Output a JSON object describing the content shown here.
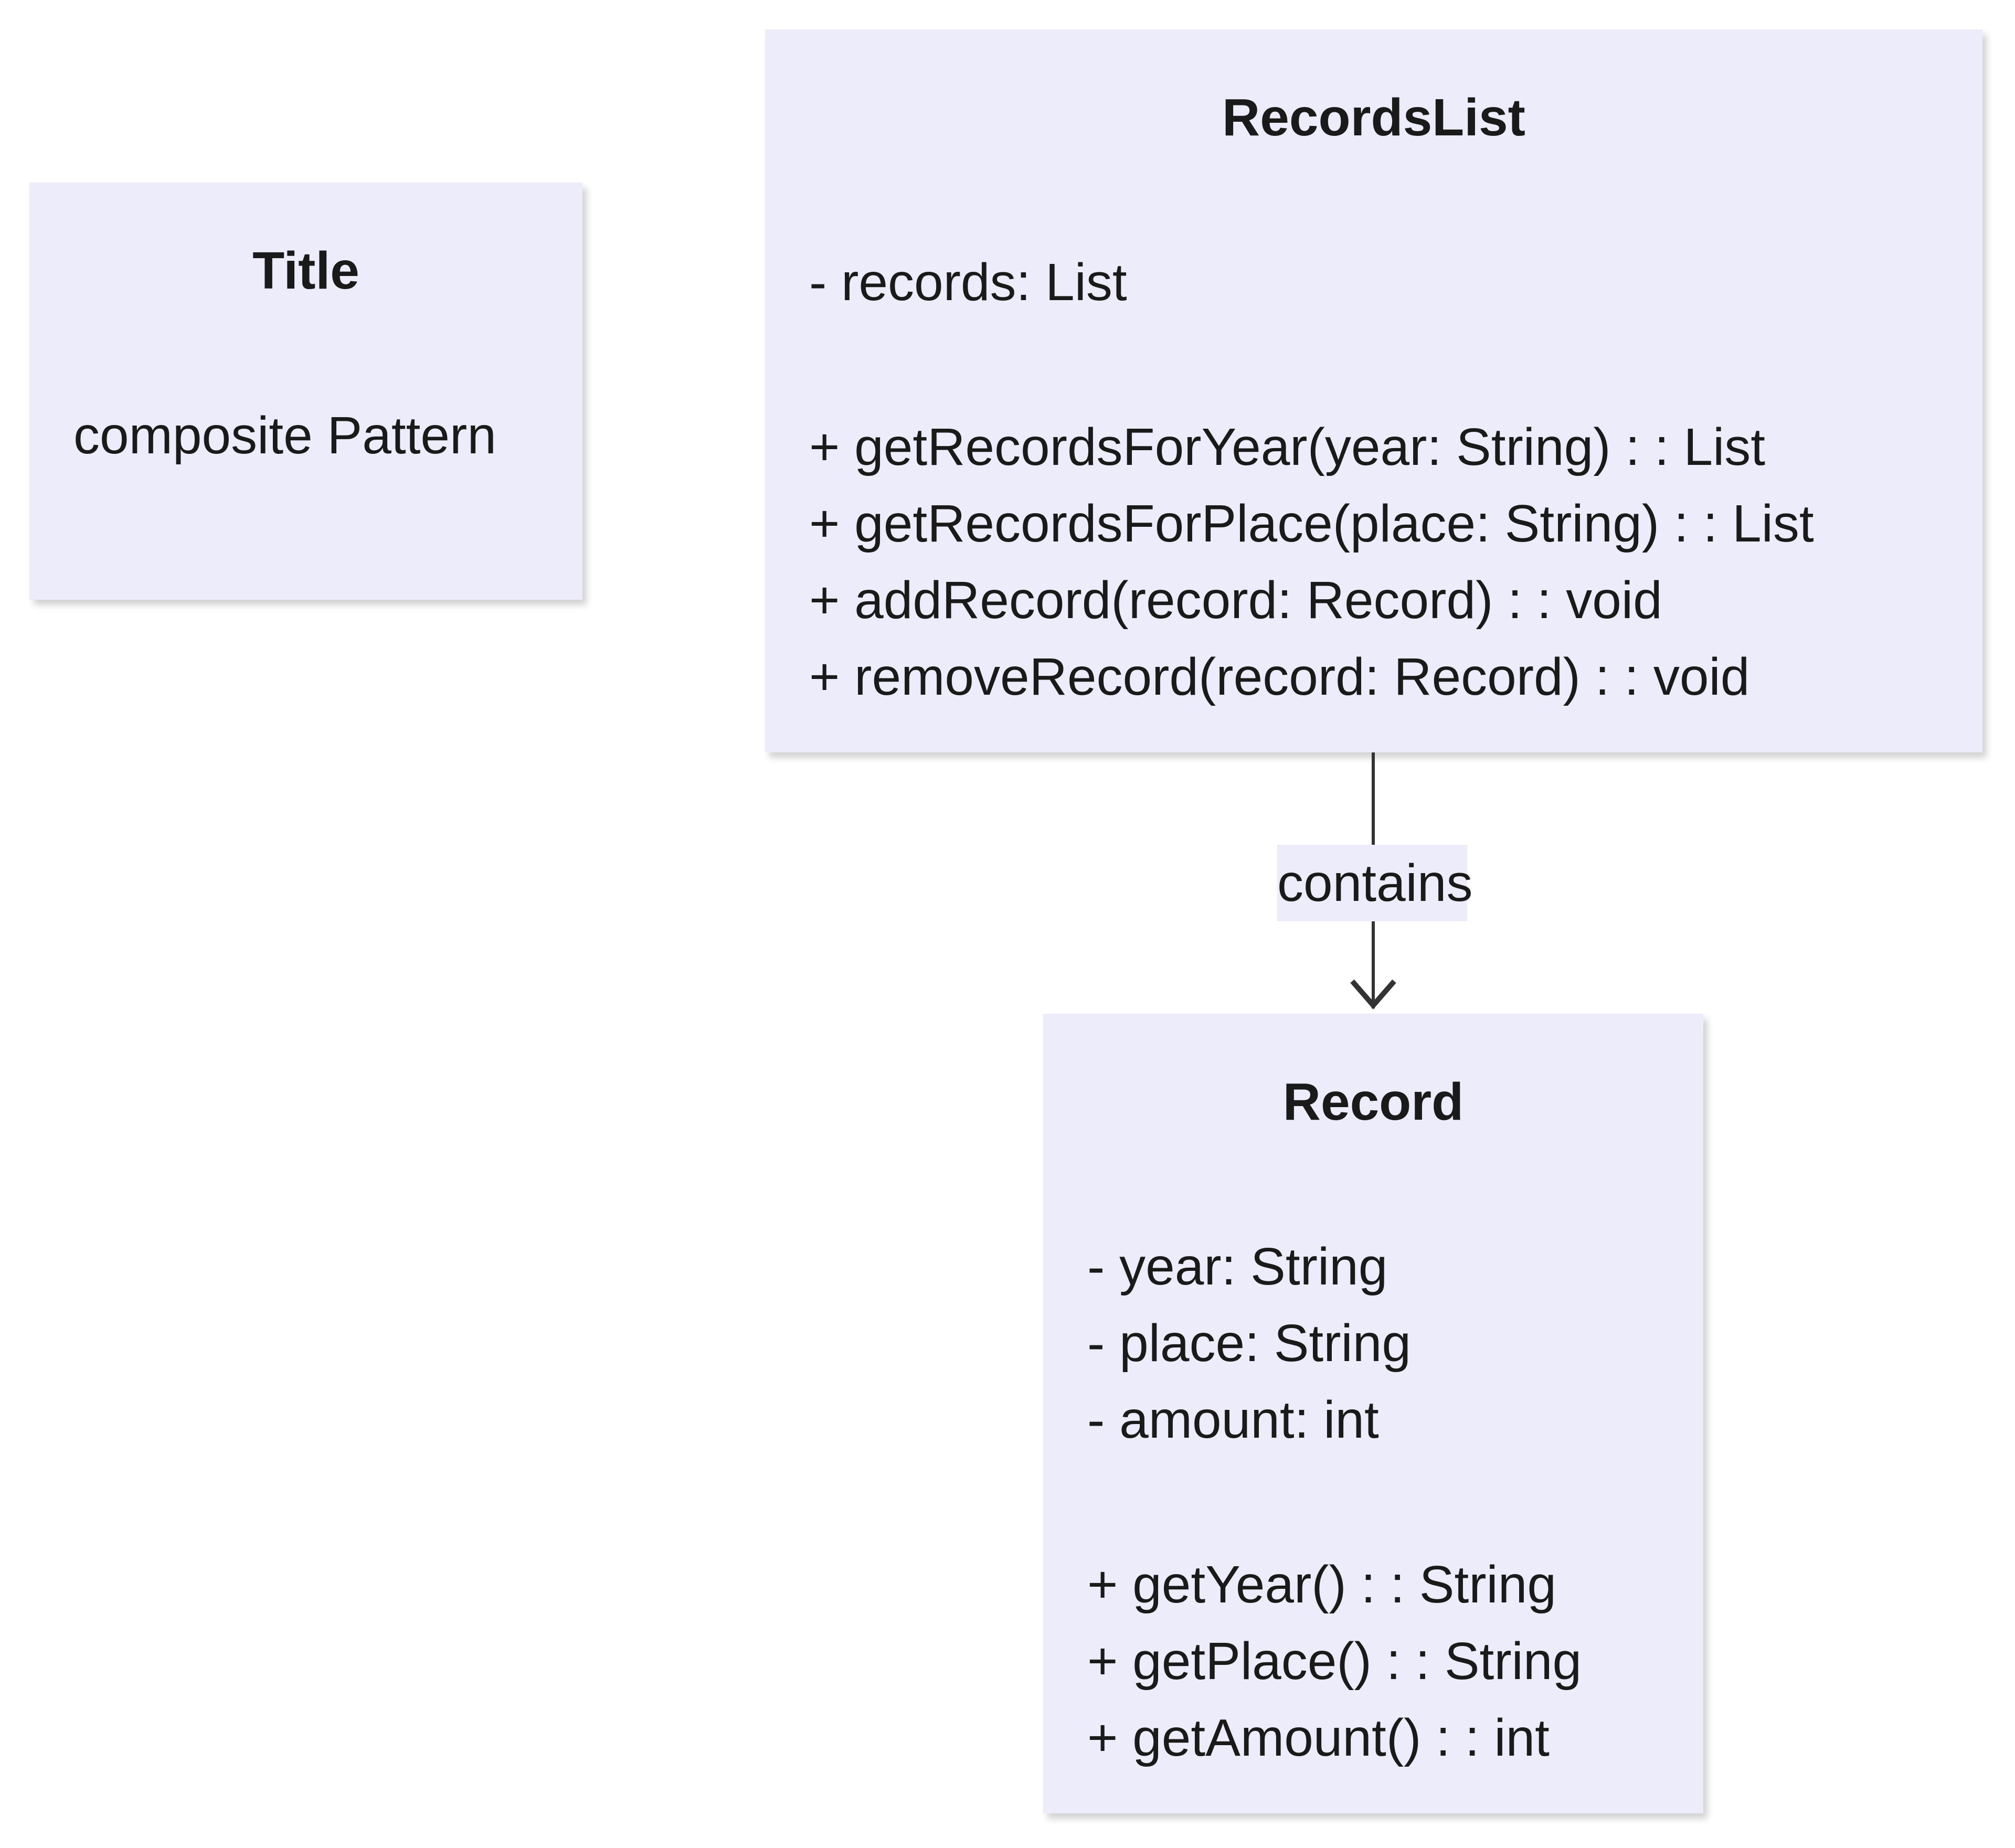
{
  "title_note": {
    "heading": "Title",
    "text": "composite Pattern"
  },
  "classes": [
    {
      "name": "RecordsList",
      "attributes": [
        "- records: List"
      ],
      "methods": [
        "+ getRecordsForYear(year: String) : : List",
        "+ getRecordsForPlace(place: String) : : List",
        "+ addRecord(record: Record) : : void",
        "+ removeRecord(record: Record) : : void"
      ]
    },
    {
      "name": "Record",
      "attributes": [
        "- year: String",
        "- place: String",
        "- amount: int"
      ],
      "methods": [
        "+ getYear() : : String",
        "+ getPlace() : : String",
        "+ getAmount() : : int"
      ]
    }
  ],
  "relationship": {
    "from": "RecordsList",
    "to": "Record",
    "label": "contains",
    "type": "association-arrow"
  },
  "colors": {
    "class_fill": "#ececfb",
    "line": "#333333",
    "text": "#1a1a1a"
  }
}
